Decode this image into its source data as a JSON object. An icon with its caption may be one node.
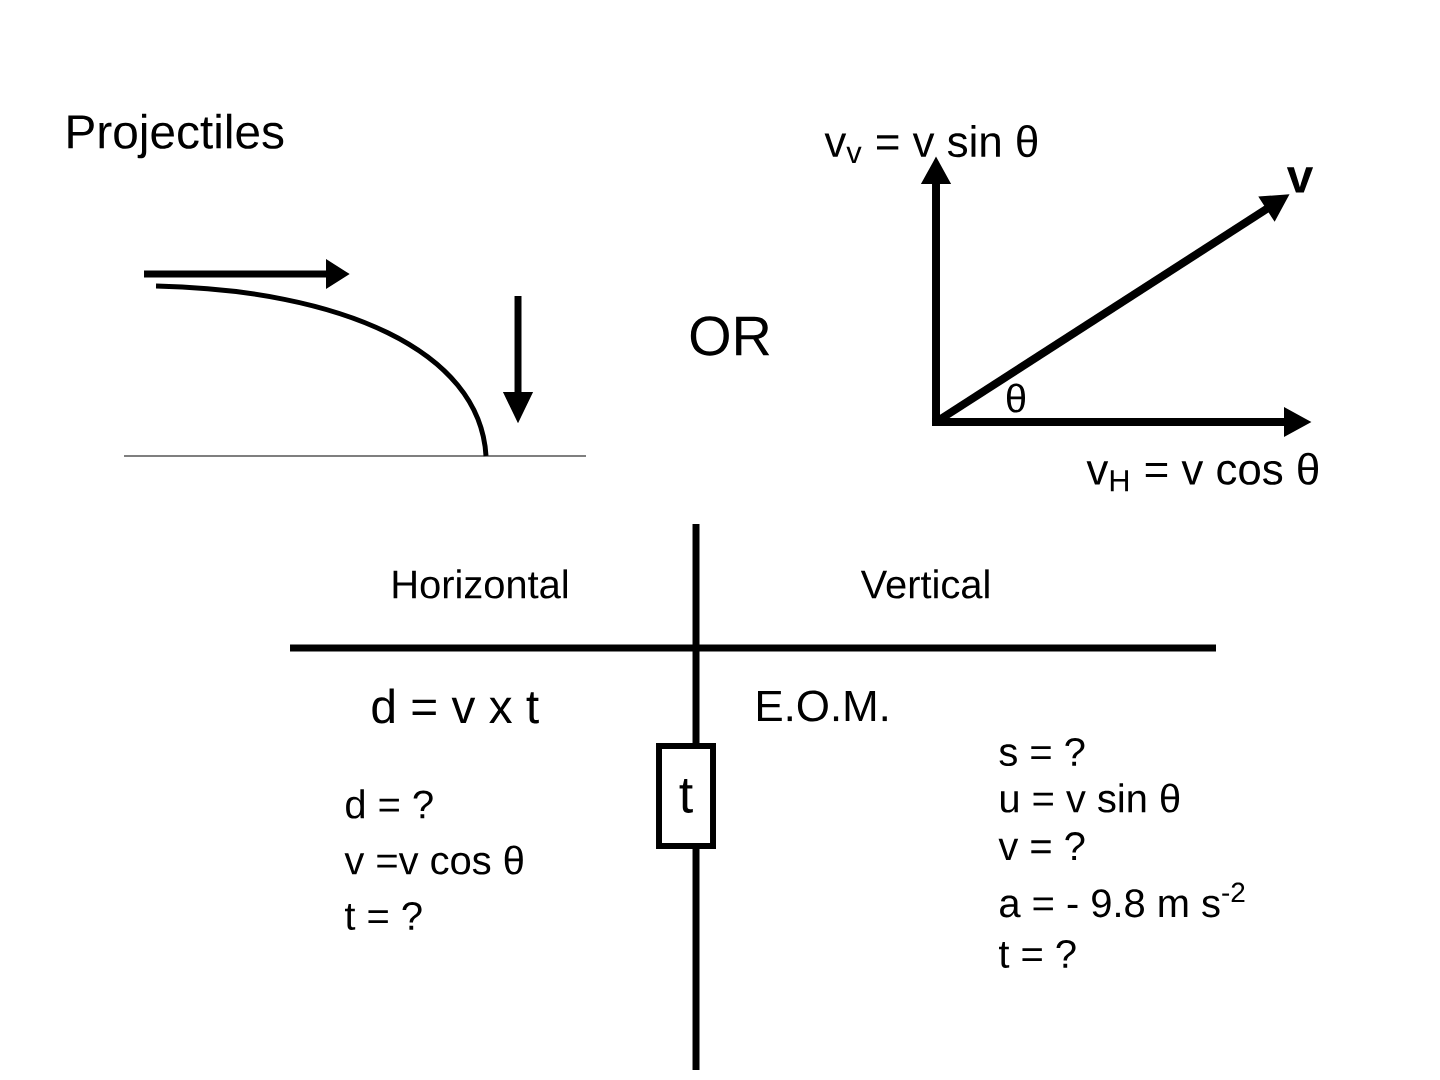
{
  "diagram": {
    "title": "Projectiles",
    "nodes": [
      {
        "text": [
          "t"
        ]
      }
    ],
    "labels": [
      "v$_{v}$ = v sin θ",
      "v",
      "OR",
      "θ",
      "v$_{H}$ = v cos θ",
      "Horizontal",
      "Vertical",
      "d = v x t",
      "d = ?",
      "v =v cos θ",
      "t = ?",
      "E.O.M.",
      "s = ?",
      "u = v sin θ",
      "v = ?",
      "a = - 9.8 m s$^{-2}$",
      "t = ?"
    ]
  }
}
